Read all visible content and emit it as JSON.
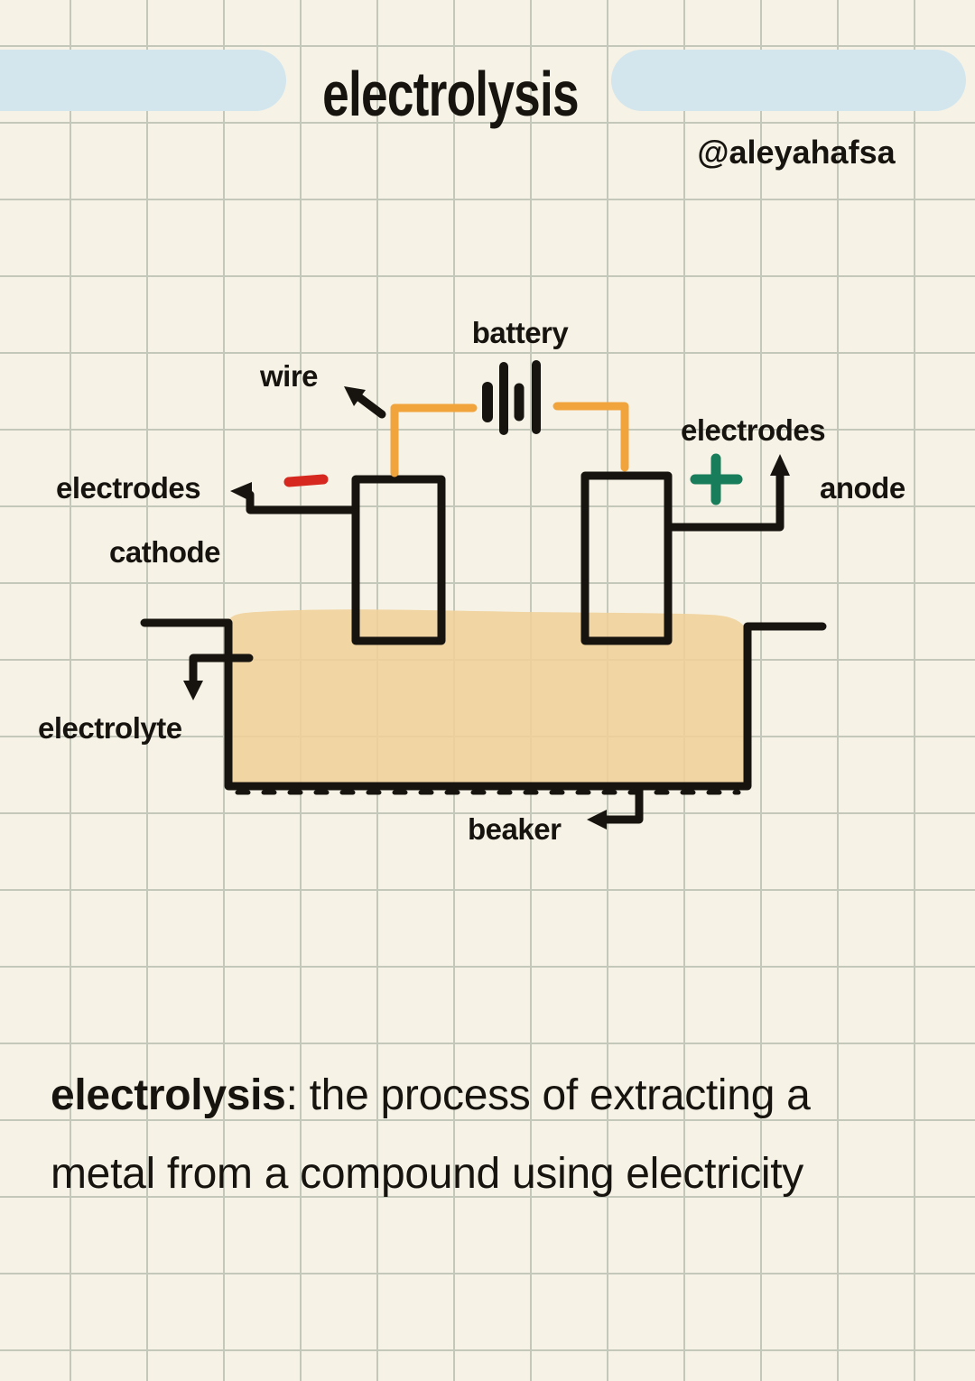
{
  "title": {
    "text": "electrolysis",
    "credit": "@aleyahafsa"
  },
  "diagram": {
    "labels": {
      "battery": "battery",
      "wire": "wire",
      "electrodes_left": "electrodes",
      "cathode": "cathode",
      "electrodes_right": "electrodes",
      "anode": "anode",
      "electrolyte": "electrolyte",
      "beaker": "beaker"
    },
    "signs": {
      "cathode_sign": "−",
      "anode_sign": "+"
    }
  },
  "definition": {
    "term": "electrolysis",
    "rest": ": the process of extracting a",
    "line2": "metal from a compound using electricity"
  },
  "colors": {
    "background": "#f6f3e6",
    "grid_line": "#c4c8ba",
    "highlight_blue": "#d3e5ed",
    "ink_black": "#171410",
    "wire_orange": "#f2a43c",
    "electrolyte_tan": "#f0d09a",
    "minus_red": "#d6281e",
    "plus_green": "#177d5b"
  }
}
